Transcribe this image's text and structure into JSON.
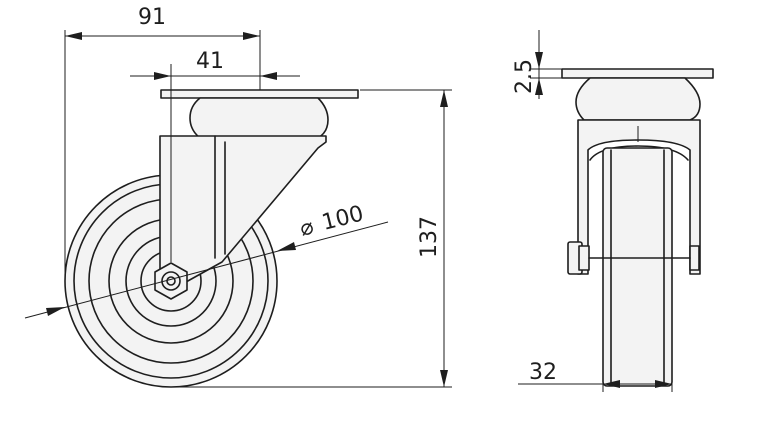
{
  "dimensions": {
    "overall_length": "91",
    "axle_offset": "41",
    "wheel_diameter_symbol": "⌀",
    "wheel_diameter": "100",
    "overall_height": "137",
    "plate_thickness": "2.5",
    "wheel_width": "32"
  }
}
